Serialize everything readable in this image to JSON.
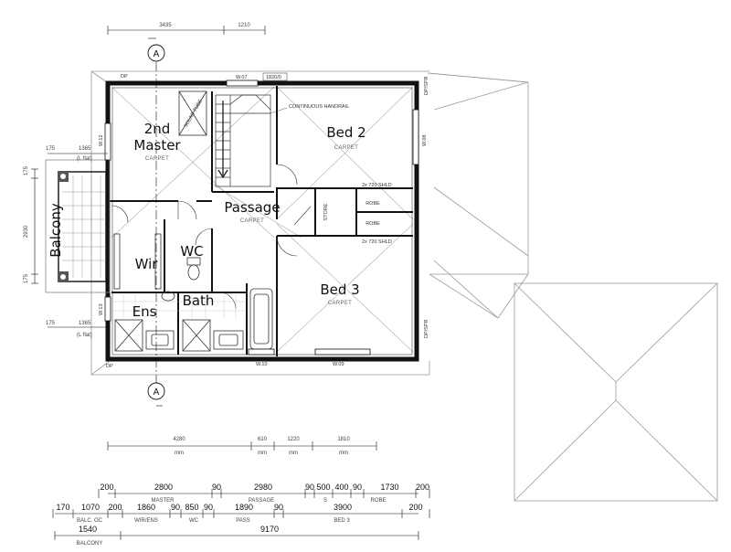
{
  "rooms": {
    "master": {
      "name_line1": "2nd",
      "name_line2": "Master",
      "finish": "CARPET"
    },
    "bed2": {
      "name": "Bed 2",
      "finish": "CARPET"
    },
    "bed3": {
      "name": "Bed 3",
      "finish": "CARPET"
    },
    "passage": {
      "name": "Passage",
      "finish": "CARPET"
    },
    "wir": {
      "name": "Wir"
    },
    "wc": {
      "name": "WC"
    },
    "ens": {
      "name": "Ens"
    },
    "bath": {
      "name": "Bath"
    },
    "balcony": {
      "name": "Balcony"
    },
    "robe1": {
      "name": "ROBE"
    },
    "robe2": {
      "name": "ROBE"
    },
    "store": {
      "name": "STORE"
    }
  },
  "grid_marker": {
    "label": "A"
  },
  "tags": {
    "dp_tl": "DP",
    "dp_bl": "DP",
    "dp_tr": "DP/SPR",
    "dp_br": "DP/SPR",
    "w07": "W.07",
    "w08": "W.08",
    "w09": "W.09",
    "w10": "W.10",
    "w12": "W.12",
    "w13": "W.13",
    "handrail": "CONTINUOUS HANDRAIL",
    "solar": "SOLAR TUBE",
    "shelf_top": "2x 720 SHLD",
    "shelf_bot": "2x 720 SHLD",
    "box_top": "1820/0"
  },
  "dims": {
    "top": [
      "3435",
      "1210"
    ],
    "left_vert": [
      "175",
      "2930",
      "175"
    ],
    "left_horiz_top": [
      "175",
      "1365",
      "(L flat)"
    ],
    "left_horiz_bot": [
      "175",
      "1365",
      "(L flat)"
    ],
    "mid": [
      "4280",
      "610",
      "1220",
      "1810"
    ],
    "mid_sub": [
      "mm",
      "mm",
      "mm",
      "mm"
    ],
    "row1": [
      "200",
      "2800",
      "90",
      "2980",
      "90",
      "500",
      "400",
      "90",
      "1730",
      "200"
    ],
    "row1_sub": [
      "MASTER",
      "PASSAGE",
      "S",
      "ROBE"
    ],
    "row2": [
      "170",
      "1070",
      "200",
      "1860",
      "90",
      "850",
      "90",
      "1890",
      "90",
      "3900",
      "200"
    ],
    "row2_sub": [
      "BALC. OC",
      "WIR/ENS",
      "WC",
      "PASS",
      "BED 3"
    ],
    "row3": [
      "1540",
      "9170"
    ],
    "row3_sub": [
      "BALCONY"
    ]
  }
}
